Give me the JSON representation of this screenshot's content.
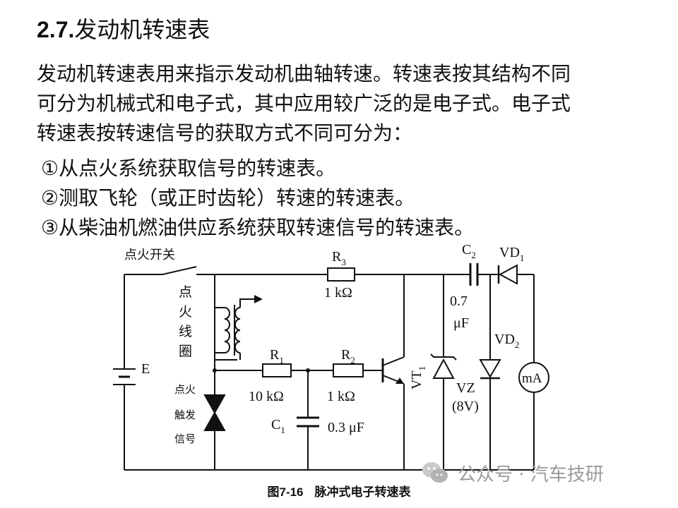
{
  "section": {
    "number": "2.7.",
    "title": "发动机转速表"
  },
  "paragraph": [
    "发动机转速表用来指示发动机曲轴转速。转速表按其结构不同",
    "可分为机械式和电子式，其中应用较广泛的是电子式。电子式",
    "转速表按转速信号的获取方式不同可分为："
  ],
  "list": [
    "①从点火系统获取信号的转速表。",
    "②测取飞轮（或正时齿轮）转速的转速表。",
    "③从柴油机燃油供应系统获取转速信号的转速表。"
  ],
  "figure": {
    "labels": {
      "ignition_switch": "点火开关",
      "coil_chars": [
        "点",
        "火",
        "线",
        "圈"
      ],
      "trigger_chars": [
        "点火",
        "触发",
        "信号"
      ],
      "E": "E",
      "R3": "R",
      "R3_sub": "3",
      "R3_value": "1 kΩ",
      "R1": "R",
      "R1_sub": "1",
      "R1_value": "10 kΩ",
      "R2": "R",
      "R2_sub": "2",
      "R2_value": "1 kΩ",
      "C1": "C",
      "C1_sub": "1",
      "C1_value": "0.3 μF",
      "C2": "C",
      "C2_sub": "2",
      "C2_value_1": "0.7",
      "C2_value_2": "μF",
      "VD1": "VD",
      "VD1_sub": "1",
      "VD2": "VD",
      "VD2_sub": "2",
      "VT1": "VT",
      "VT1_sub": "1",
      "VZ": "VZ",
      "VZ_value": "(8V)",
      "meter": "mA"
    },
    "caption": {
      "number": "图7-16",
      "text": "脉冲式电子转速表"
    }
  },
  "watermark": {
    "text": "公众号 · 汽车技研",
    "icon": "wechat-icon"
  }
}
